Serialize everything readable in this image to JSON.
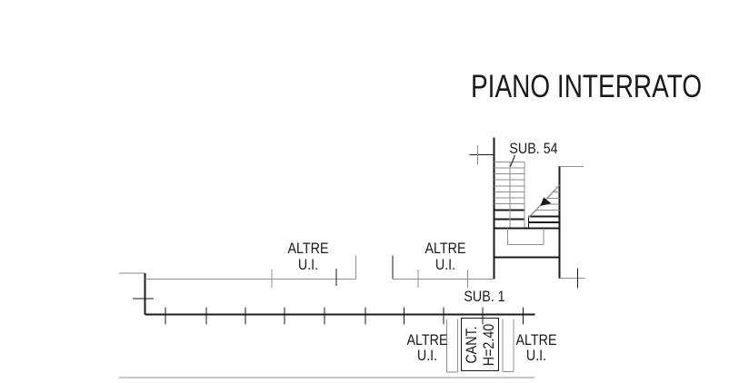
{
  "page": {
    "title": "PIANO INTERRATO"
  },
  "plan": {
    "stair_label": "SUB. 54",
    "unit_label": "SUB. 1",
    "other_units_label": {
      "line1": "ALTRE",
      "line2": "U.I."
    },
    "cellar": {
      "abbr": "CANT.",
      "height": "H=2.40"
    }
  },
  "colors": {
    "ink": "#1a1a1a",
    "muted": "#8e8e8e",
    "background": "#ffffff"
  }
}
